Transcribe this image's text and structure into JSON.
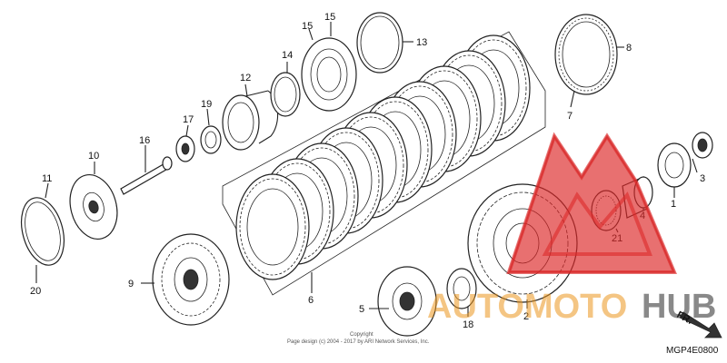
{
  "callouts": {
    "c1": "1",
    "c2": "2",
    "c3": "3",
    "c4": "4",
    "c5": "5",
    "c6": "6",
    "c7": "7",
    "c8": "8",
    "c9": "9",
    "c10": "10",
    "c11": "11",
    "c12": "12",
    "c13": "13",
    "c14": "14",
    "c15a": "15",
    "c15b": "15",
    "c16": "16",
    "c17": "17",
    "c18": "18",
    "c19": "19",
    "c20": "20",
    "c21": "21"
  },
  "direction_label": "FR.",
  "diagram_code": "MGP4E0800",
  "copyright": {
    "line1": "Copyright",
    "line2": "Page design (c) 2004 - 2017 by ARI Network Services, Inc."
  },
  "watermark": {
    "brand_part1": "AUTOMOTO",
    "brand_part2": "HUB",
    "logo_color": "#e02828",
    "text_color_1": "#eb961e",
    "text_color_2": "#282828"
  }
}
